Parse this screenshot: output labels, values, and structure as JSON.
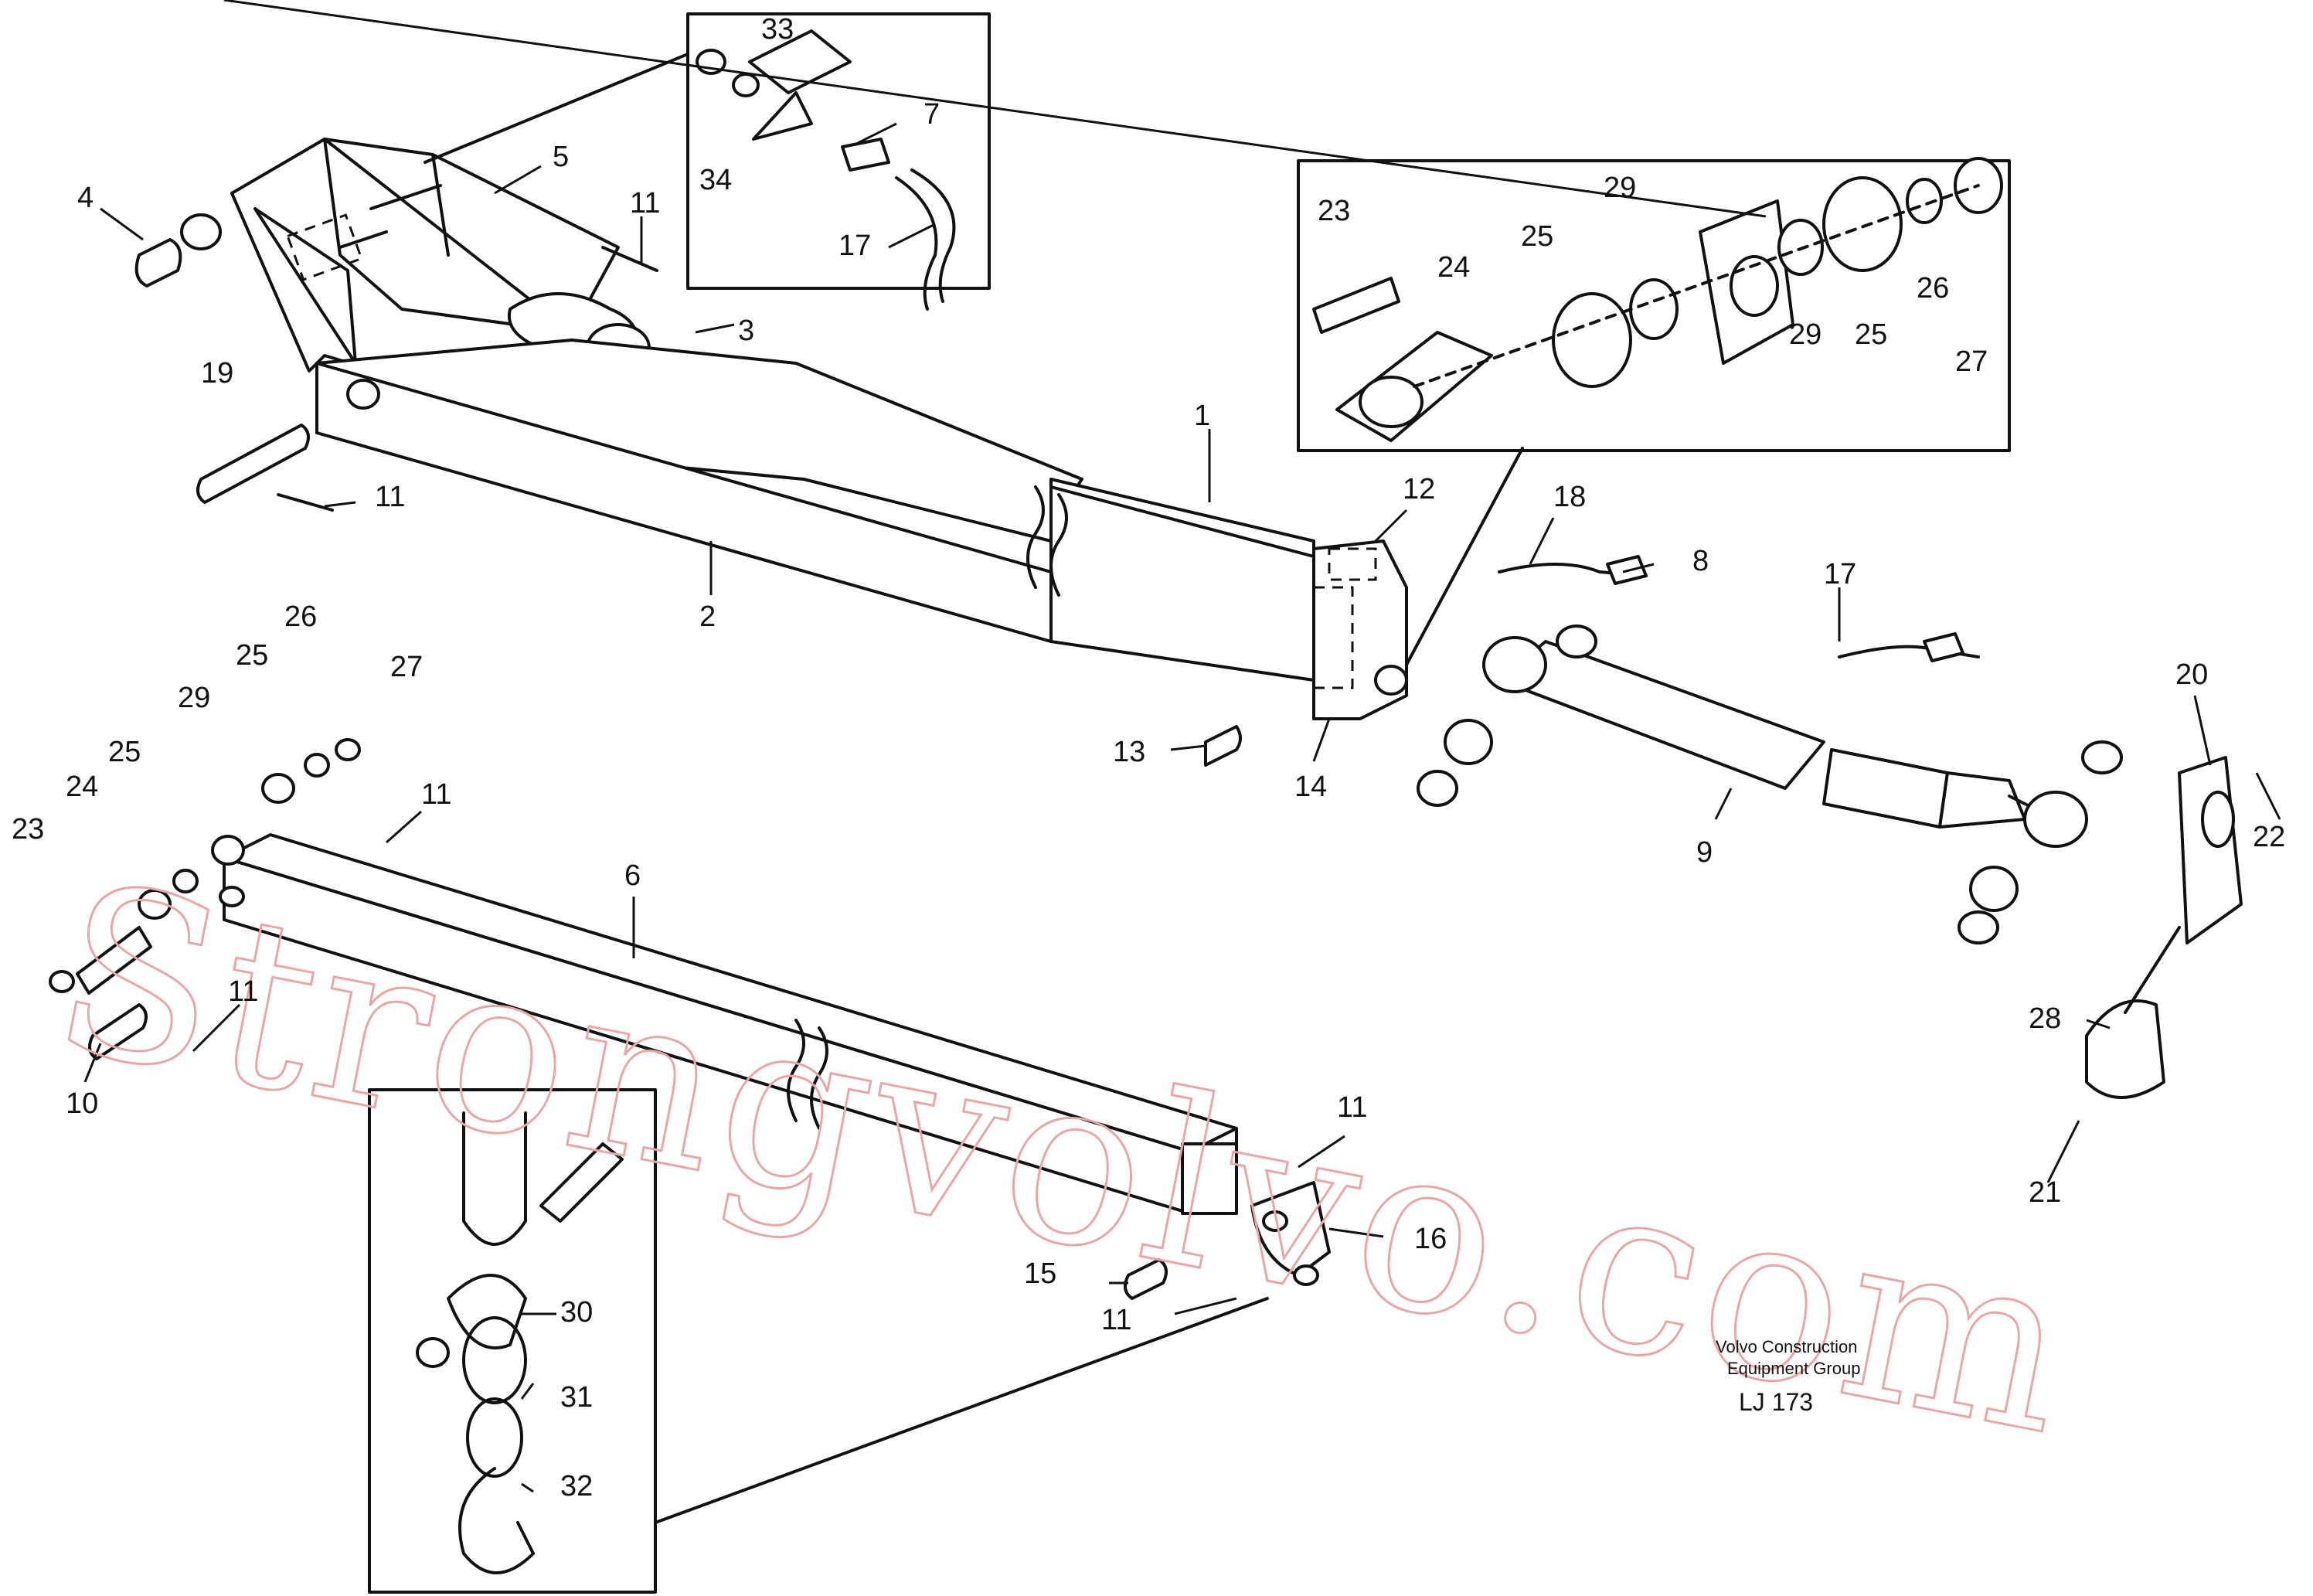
{
  "diagram": {
    "caption": {
      "line1": "Volvo Construction",
      "line2": "Equipment Group",
      "code": "LJ 173"
    },
    "watermark": {
      "text": "Strongvolvo.com",
      "color": "#e8a6a6"
    },
    "callouts": {
      "c1": "1",
      "c2": "2",
      "c3": "3",
      "c4": "4",
      "c5": "5",
      "c6": "6",
      "c7": "7",
      "c8": "8",
      "c9": "9",
      "c10": "10",
      "c11a": "11",
      "c11b": "11",
      "c11c": "11",
      "c11d": "11",
      "c11e": "11",
      "c11f": "11",
      "c12": "12",
      "c13": "13",
      "c14": "14",
      "c15": "15",
      "c16": "16",
      "c17a": "17",
      "c17b": "17",
      "c18": "18",
      "c19": "19",
      "c20": "20",
      "c21": "21",
      "c22": "22",
      "c23a": "23",
      "c23b": "23",
      "c24a": "24",
      "c24b": "24",
      "c25a": "25",
      "c25b": "25",
      "c25c": "25",
      "c25d": "25",
      "c26a": "26",
      "c26b": "26",
      "c27a": "27",
      "c27b": "27",
      "c28": "28",
      "c29a": "29",
      "c29b": "29",
      "c29c": "29",
      "c30": "30",
      "c31": "31",
      "c32": "32",
      "c33": "33",
      "c34": "34"
    }
  }
}
